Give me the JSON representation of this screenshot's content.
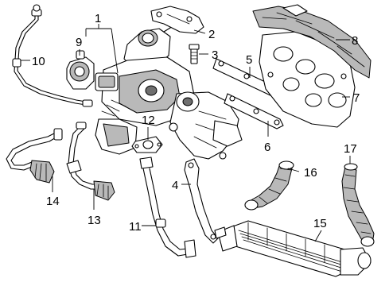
{
  "callouts": {
    "c1": "1",
    "c2": "2",
    "c3": "3",
    "c4": "4",
    "c5": "5",
    "c6": "6",
    "c7": "7",
    "c8": "8",
    "c9": "9",
    "c10": "10",
    "c11": "11",
    "c12": "12",
    "c13": "13",
    "c14": "14",
    "c15": "15",
    "c16": "16",
    "c17": "17"
  },
  "colors": {
    "line": "#000000",
    "shade": "#b9b9b9",
    "dark": "#6e6e6e",
    "background": "#ffffff"
  }
}
